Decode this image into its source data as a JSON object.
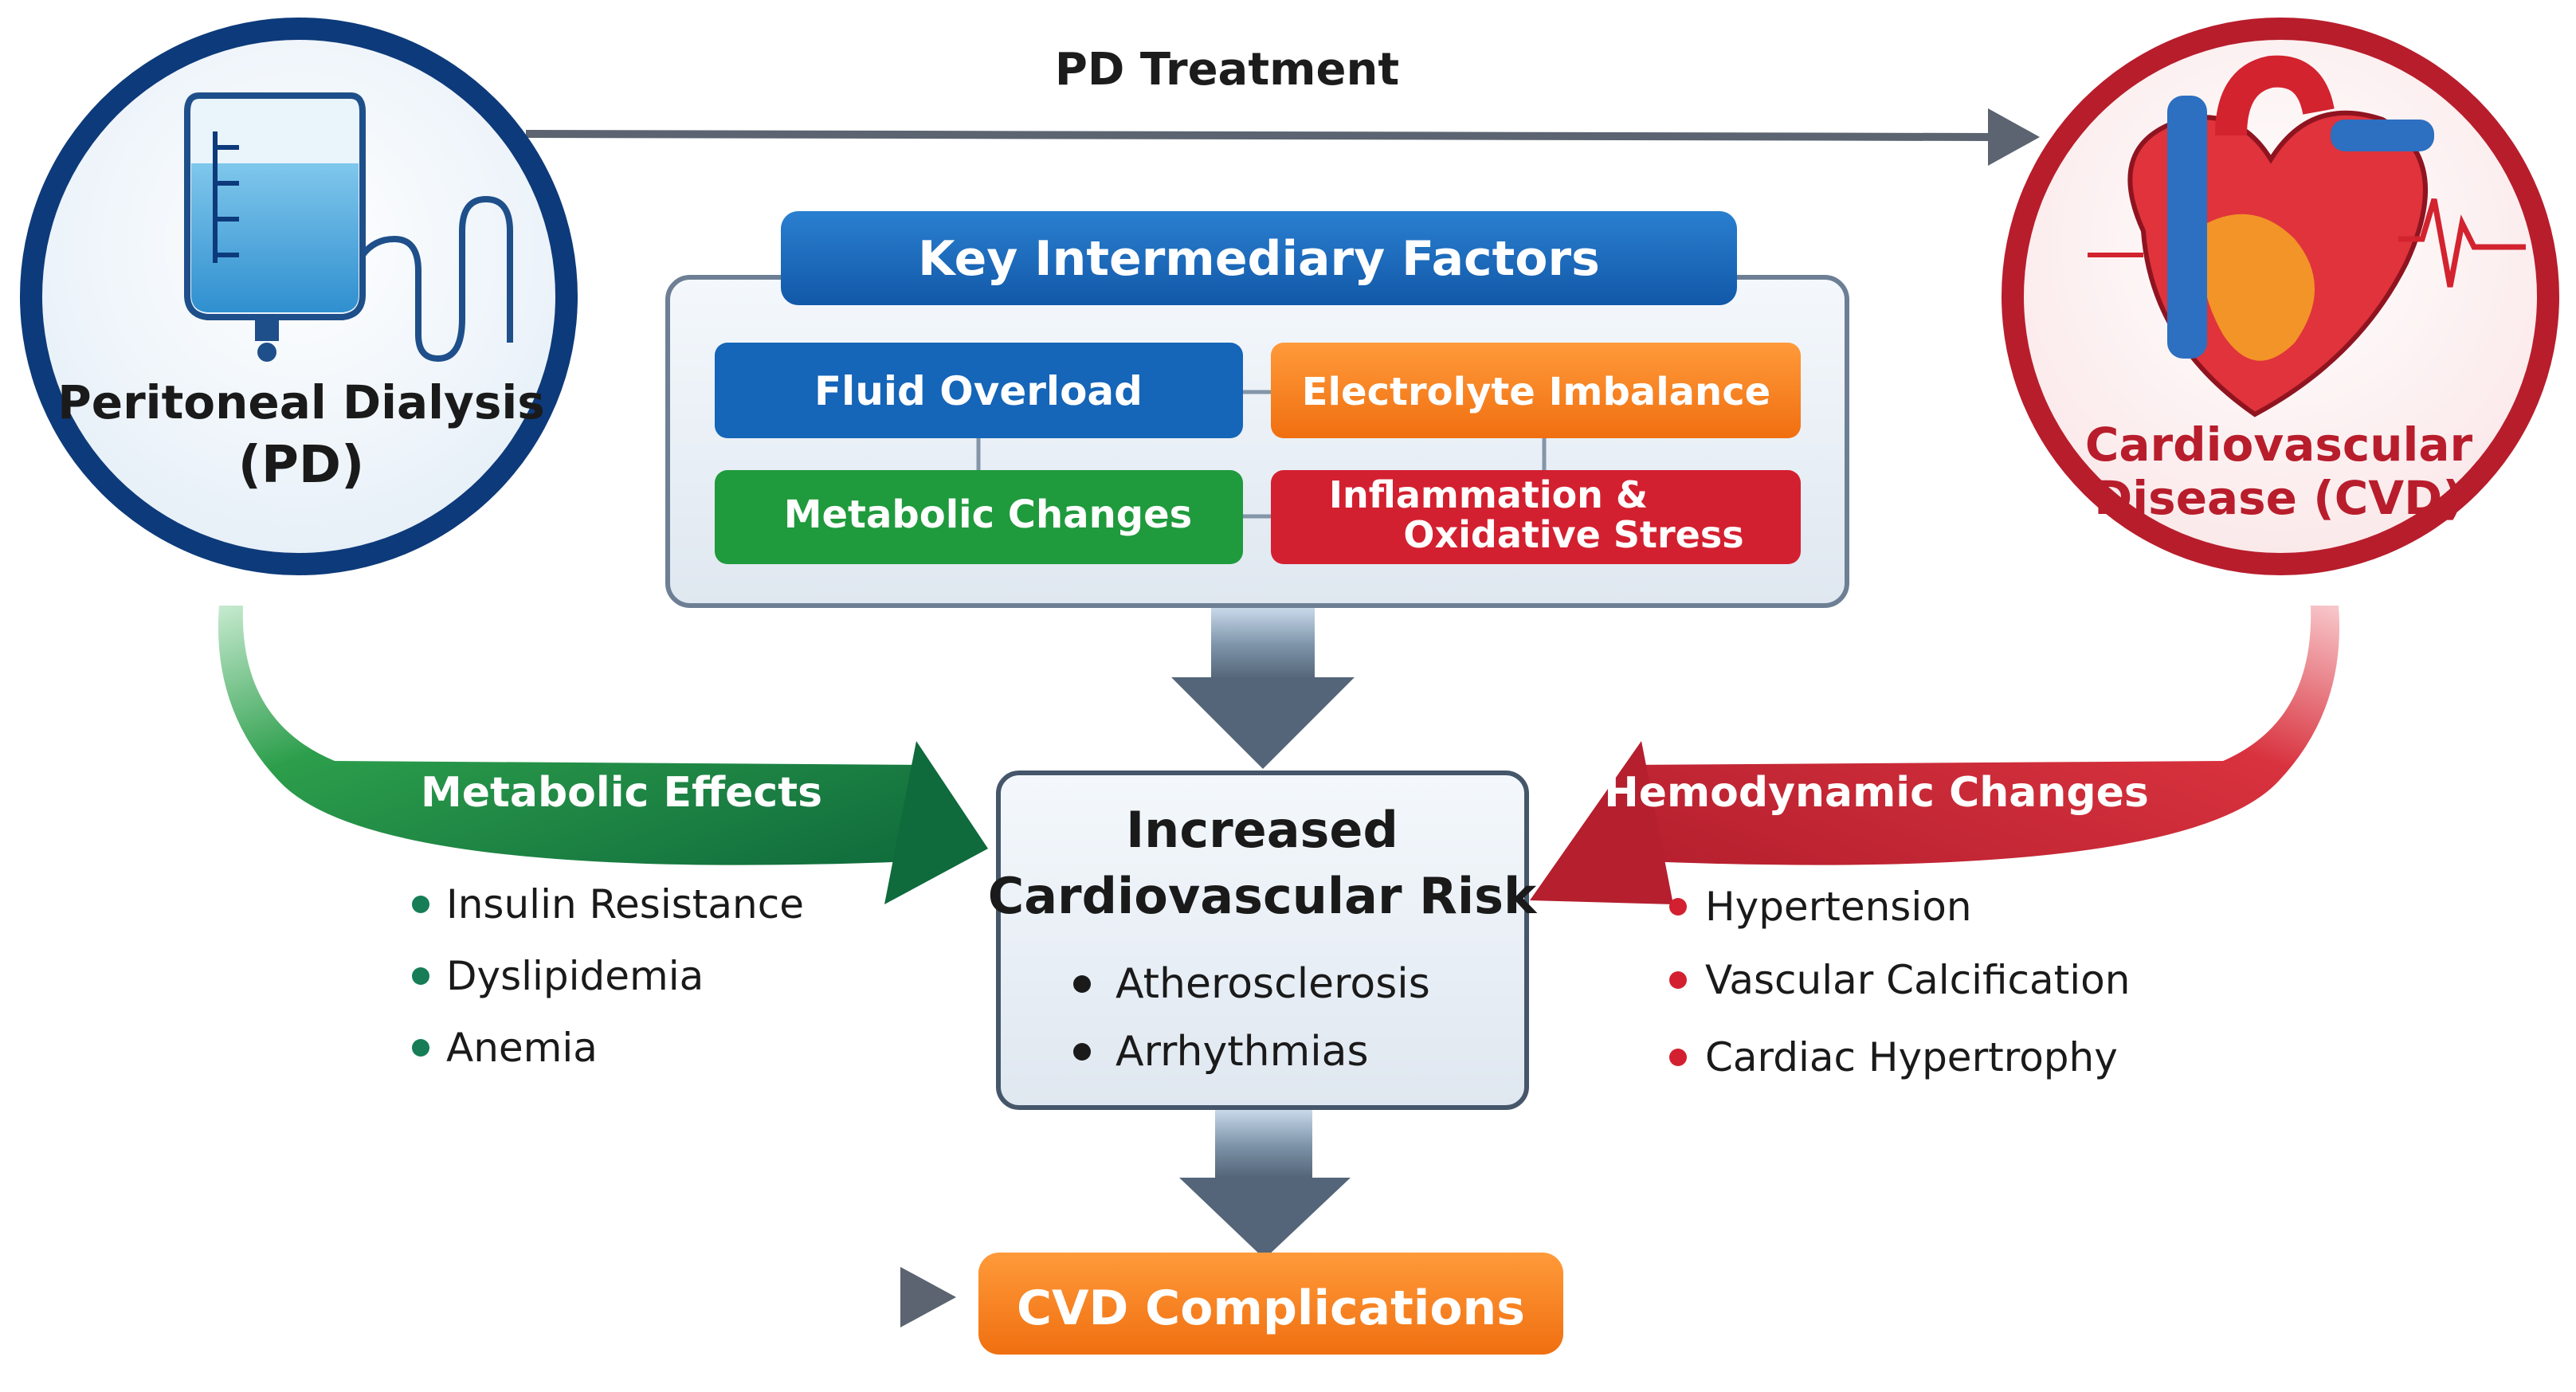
{
  "top_arrow_label": "PD Treatment",
  "pd_circle": {
    "line1": "Peritoneal Dialysis",
    "line2": "(PD)"
  },
  "cvd_circle": {
    "line1": "Cardiovascular",
    "line2": "Disease (CVD)"
  },
  "key_factors": {
    "title": "Key Intermediary Factors",
    "fluid": "Fluid Overload",
    "electrolyte": "Electrolyte Imbalance",
    "metabolic": "Metabolic Changes",
    "inflammation_line1": "Inflammation &",
    "inflammation_line2": "Oxidative Stress"
  },
  "metabolic_effects": {
    "title": "Metabolic Effects",
    "items": [
      "Insulin Resistance",
      "Dyslipidemia",
      "Anemia"
    ]
  },
  "hemodynamic_changes": {
    "title": "Hemodynamic Changes",
    "items": [
      "Hypertension",
      "Vascular Calcification",
      "Cardiac Hypertrophy"
    ]
  },
  "risk_box": {
    "title_line1": "Increased",
    "title_line2": "Cardiovascular Risk",
    "items": [
      "Atherosclerosis",
      "Arrhythmias"
    ]
  },
  "complications": "CVD Complications",
  "colors": {
    "blue": "#1565b8",
    "navy": "#123f85",
    "green": "#1f9a3c",
    "orange": "#f5821f",
    "red": "#d32030",
    "darkred": "#b51f2e",
    "teal": "#167d57",
    "gray": "#5b6470"
  }
}
